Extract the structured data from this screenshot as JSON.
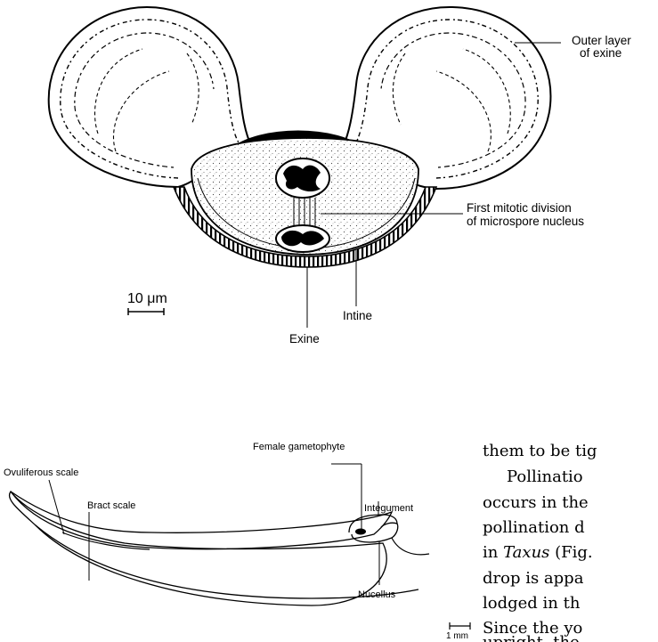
{
  "figure_top": {
    "labels": {
      "outer_layer": [
        "Outer layer",
        "of exine"
      ],
      "mitotic": [
        "First mitotic division",
        "of microspore nucleus"
      ],
      "intine": "Intine",
      "exine": "Exine",
      "scale": "10 μm"
    }
  },
  "figure_bottom": {
    "labels": {
      "female_gametophyte": "Female gametophyte",
      "ovuliferous_scale": "Ovuliferous scale",
      "bract_scale": "Bract scale",
      "integument": "Integument",
      "nucellus": "Nucellus",
      "scale": "1 mm"
    }
  },
  "body_text": {
    "line1": "them to be tig",
    "line2": "Pollinatio",
    "line3": "occurs in the",
    "line4": "pollination d",
    "line5_pre": "in ",
    "line5_taxus": "Taxus",
    "line5_post": " (Fig.",
    "line6": "drop is appa",
    "line7": "lodged in th",
    "line8": "Since the yo",
    "line9": "upright, the"
  }
}
